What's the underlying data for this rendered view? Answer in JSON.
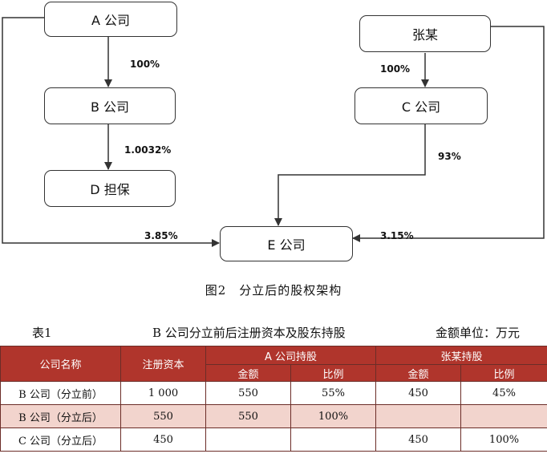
{
  "nodes": {
    "a_company": "A 公司",
    "b_company": "B 公司",
    "d_guarantee": "D 担保",
    "zhang": "张某",
    "c_company": "C 公司",
    "e_company": "E 公司"
  },
  "edge_labels": {
    "a_to_b": "100%",
    "b_to_d": "1.0032%",
    "zhang_to_c": "100%",
    "c_to_e": "93%",
    "a_to_e": "3.85%",
    "zhang_to_e": "3.15%"
  },
  "figure_caption": "图2　分立后的股权架构",
  "table": {
    "label": "表1",
    "title": "B 公司分立前后注册资本及股东持股",
    "unit": "金额单位：万元",
    "headers": {
      "company": "公司名称",
      "capital": "注册资本",
      "a_holding": "A 公司持股",
      "zhang_holding": "张某持股",
      "amount": "金额",
      "ratio": "比例"
    },
    "rows": [
      {
        "name": "B 公司（分立前）",
        "capital": "1 000",
        "a_amount": "550",
        "a_ratio": "55%",
        "z_amount": "450",
        "z_ratio": "45%"
      },
      {
        "name": "B 公司（分立后）",
        "capital": "550",
        "a_amount": "550",
        "a_ratio": "100%",
        "z_amount": "",
        "z_ratio": ""
      },
      {
        "name": "C 公司（分立后）",
        "capital": "450",
        "a_amount": "",
        "a_ratio": "",
        "z_amount": "450",
        "z_ratio": "100%"
      }
    ]
  }
}
